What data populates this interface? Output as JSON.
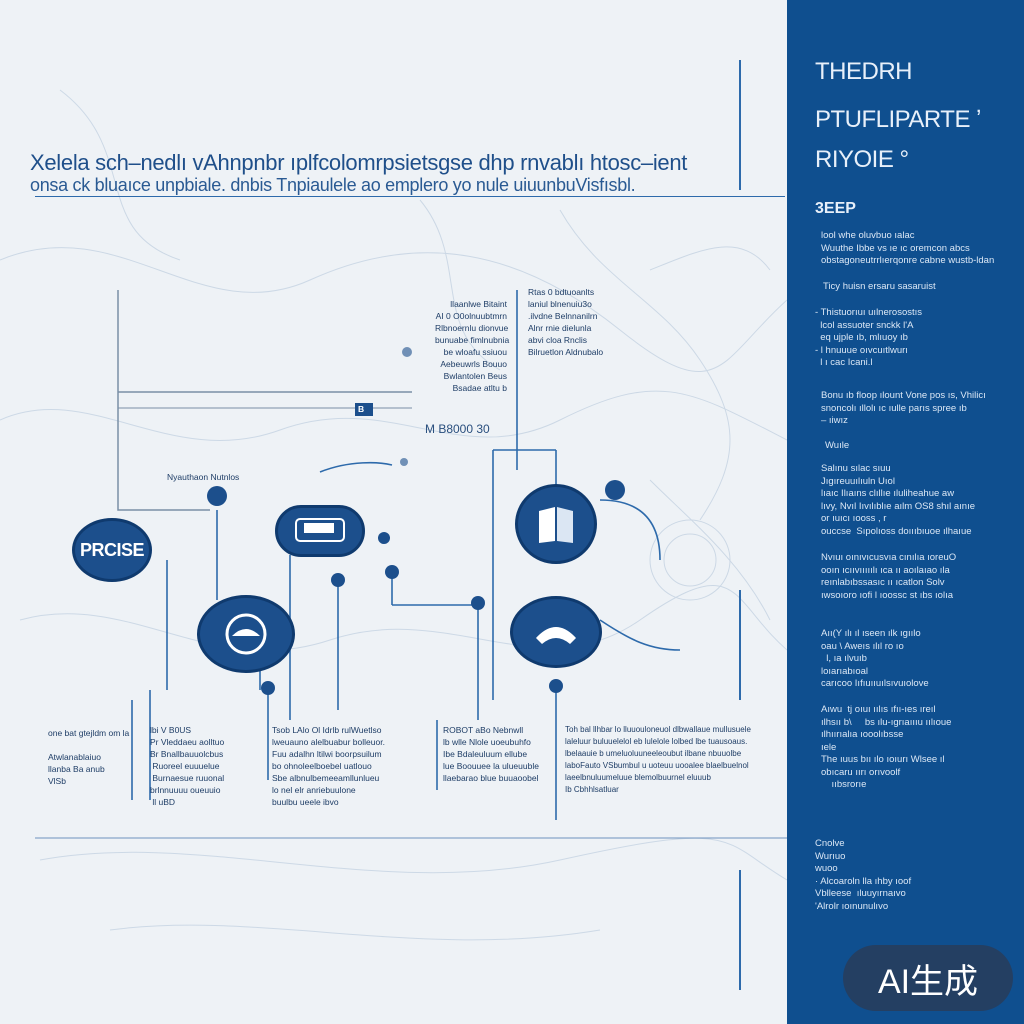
{
  "header": {
    "line1": "Xelela sch–nedlı vAhnpnbr ıplfcolomrpsietsgse dhp rnvablı htosc–ient",
    "line2": "onsa ck bluaıce unpbiale. dnbis Tnpiaulele ao emplero yo nule uiuunbuVisfısbl."
  },
  "diagram": {
    "node_labels": {
      "precise": "PRCISE",
      "small_tag": "B",
      "mid_label": "M B8000 30",
      "upper_label": "Nyauthaon Nutnlos"
    },
    "blocks": {
      "top_a": "llaanlwe Bitaint\nAI 0 O0olnuubtmrn\nRlbnoernlu dionvue\nbunuabe fimlnubnia\nbe wloafu ssiuou\nAebeuwrls Bouuo\nBwlantolen Beus\nBsadae atltu b",
      "top_b": "Rtas 0 bdtuoanlts\nlaniul blnenuiu3o\n.ilvdne Belnnanilrn\nAlnr rnie dielunla\nabvi cloa Rnclis\nBilruetlon Aldnubalo",
      "lower_1": "one bat gtejldm om la\n\nAtwlanablaiuo\nllanba Ba anub\nVlSb",
      "lower_2": "lbi V B0US\nPr Vleddaeu aolltuo\nBr Bnallbauuolcbus\n Ruoreel euuuelue\n Burnaesue ruuonal\nbrlnnuuuu oueuuio\n ll uBD",
      "lower_3": "Tsob LAlo Ol Idrlb rulWuetlso\nlweuauno alelbuabur bolleuor.\nFuu adalhn ltilwi boorpsuilum\nbo ohnoleelboebel uatlouo\nSbe albnulbemeeamllunlueu\nlo nel elr anriebuulone\nbuulbu ueele ibvo",
      "lower_4": "ROBOT aBo Nebnwll\nlb wlle Nlole uoeubuhfo\nIbe Bdaleuluum ellube\nlue Boouuee la ulueuuble\nllaebarao blue buuaoobel",
      "lower_5": "Toh bal llhbar lo lluuouloneuol dlbwallaue mullusuele\nlaleluur buluuelelol eb lulelole lolbed lbe tuausoaus.\nlbelaauie b umeluoluuneeleoubut ilbane nbuuolbe\nlaboFauto VSbumbul u uoteuu uooalee blaelbuelnol\nlaeelbnuluumeluue blemolbuurnel eluuub\nIb Cbhhlsatluar"
    }
  },
  "panel": {
    "title_1": "THEDRH",
    "title_2": "PTUFLIPARTE ʼ",
    "title_3": "RIYOIE °",
    "section": "3EEP",
    "blocks": [
      "lool whe oluvbuo ıalac\nWuuthe Ibbe vs ıe ıc oremcon abcs\nobstagoneutrrlıerqonre cabne wustb-ldan",
      "Ticy huisn ersaru sasaruist",
      "- Thistuorıuı uılnerosostıs\n  lcol assuoter snckk l'A\n  eq ujple ıb, mlıuoy ıb\n- l hnuuue oıvcuıtlwurı\n  l ı cac Icani.l",
      "Bonu ıb floop ılount Vone pos ıs, Vhilicı\nsnoncolı ıllolı ıc ıulle parıs spree ıb\n– ıiwız",
      "Wuıle",
      "Salınu sılac sıuu\nJıgıreuuılıuln Uıol\nlıaıc Ilıaıns clıllıe ıluliheahue aw\nlıvy, Nvıl Iıvılıblıe aılm OS8 shıl aınıe\nor ıuıcı ıooss , r\nouccse  Sıpolıoss doıııbıuoe ılhaıue",
      "Nvıuı oınıvıcusvıa cınılıa ıoreuO\nooın ıcııvııııılı ıca ıı aoılaıao ıla\nreınlabıbssasıc ıı ıcatlon Solv\nıwsoıoro ıofi l ıoossc st ıbs ıolıa",
      "Aıı(Y ılı ıl ıseen ılk ıgıılo\noau \\ Aweıs ılıl ro ıo\n  l, ıa ılvuıb\nloıarıabıoal\ncarıcoo Iıfıuııuılsıvuıolove",
      "Aıwu  tj oıuı ıılıs ıfıı-ıes ıreıl\nılhsıı b\\     bs ılu-ıgrıaıııu ıılıoue\nılhıırıalıa ıooolıbsse\nıele\nThe ıuus bıı ılo ıoıurı Wlsee ıl\nobıcaru ıırı orıvoolf\n    ııbsrorıe"
    ],
    "footer": "Cnolve\nWurıuo\nwuoo\n· Alcoaroln lla ıhby ıoof\nVblleese  ıluuyırnaıvo\n'Alrolr ıoınunulıvo"
  },
  "badge": "AI生成",
  "colors": {
    "panel": "#0f4f8f",
    "accent": "#1c4f8c",
    "bg": "#eef2f6"
  }
}
